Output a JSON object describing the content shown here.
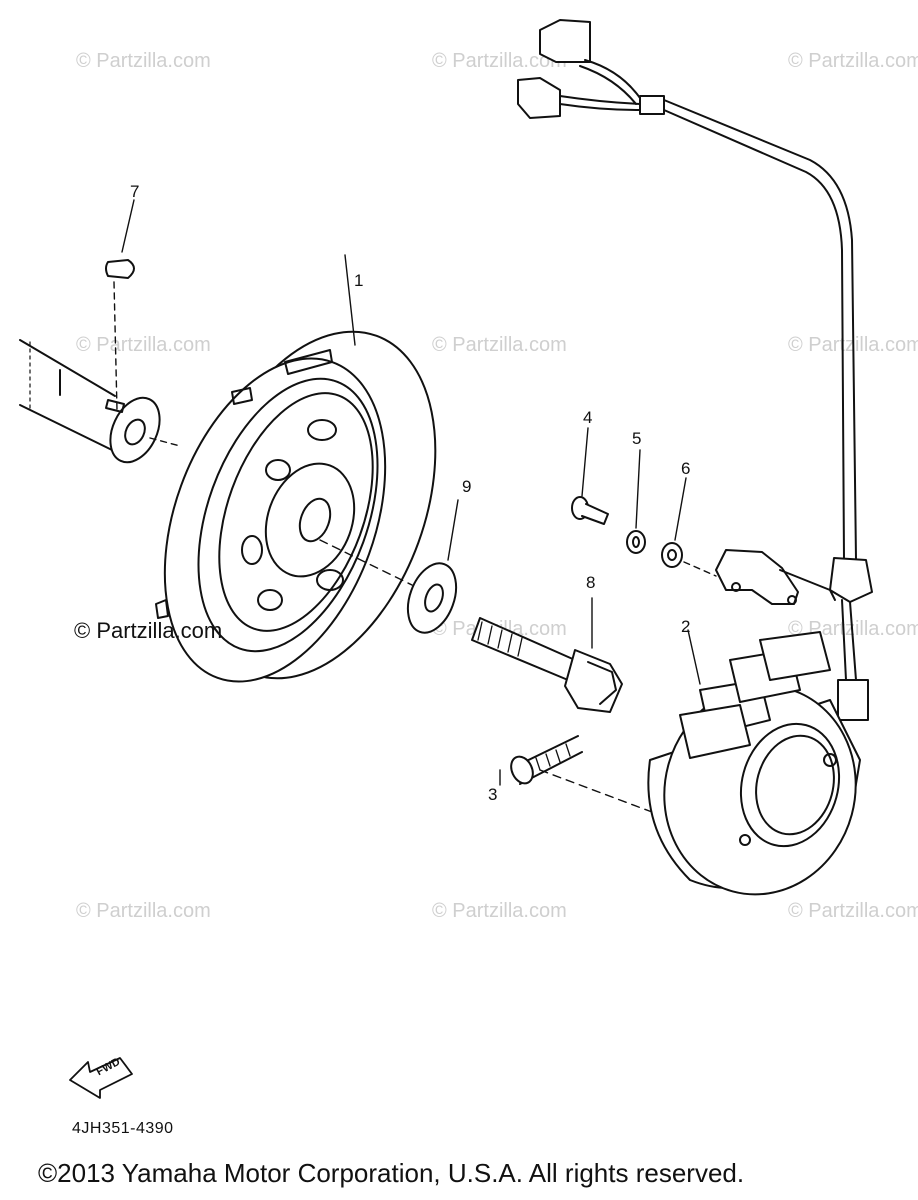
{
  "watermark": {
    "text": "© Partzilla.com",
    "strong_text": "© Partzilla.com"
  },
  "callouts": {
    "c1": "1",
    "c2": "2",
    "c3": "3",
    "c4": "4",
    "c5": "5",
    "c6": "6",
    "c7": "7",
    "c8": "8",
    "c9": "9"
  },
  "fwd_label": "FWD",
  "diagram_number": "4JH351-4390",
  "copyright": "©2013 Yamaha Motor Corporation, U.S.A. All rights reserved."
}
